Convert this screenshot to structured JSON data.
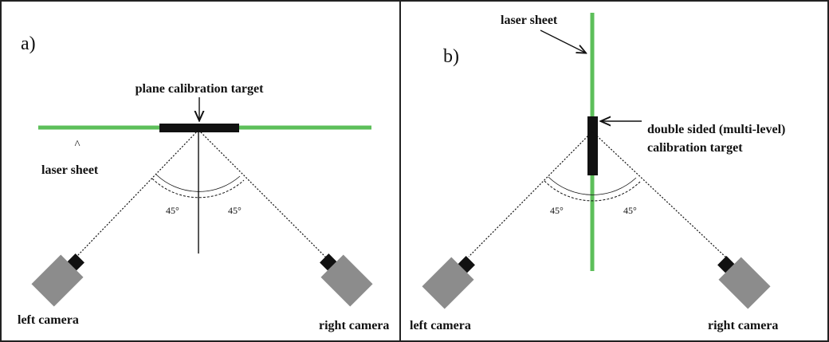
{
  "colors": {
    "laser": "#5dbf5a",
    "camera_body": "#8c8c8c",
    "camera_lens": "#111111",
    "target": "#111111",
    "line": "#111111",
    "border": "#222222"
  },
  "icons": {
    "camera": "camera-icon",
    "target": "calibration-target-icon"
  },
  "panel_a": {
    "label": "a)",
    "target_label": "plane calibration target",
    "laser_label": "laser sheet",
    "caret": "^",
    "angle_left": "45°",
    "angle_right": "45°",
    "left_camera": "left camera",
    "right_camera": "right camera"
  },
  "panel_b": {
    "label": "b)",
    "laser_label": "laser sheet",
    "target_label_line1": "double sided (multi-level)",
    "target_label_line2": "calibration target",
    "angle_left": "45°",
    "angle_right": "45°",
    "left_camera": "left camera",
    "right_camera": "right camera"
  }
}
